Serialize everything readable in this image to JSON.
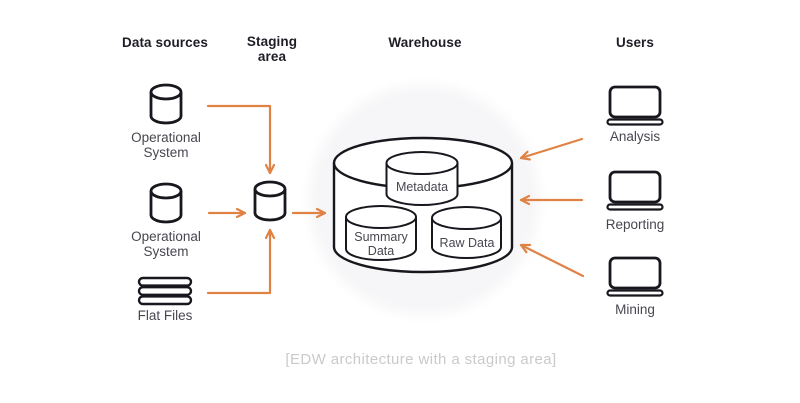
{
  "diagram": {
    "caption": "[EDW architecture with a staging area]",
    "columns": {
      "data_sources_header": "Data sources",
      "staging_header_lines": [
        "Staging",
        "area"
      ],
      "warehouse_header": "Warehouse",
      "users_header": "Users"
    },
    "sources": [
      {
        "icon": "database-icon",
        "label_lines": [
          "Operational",
          "System"
        ]
      },
      {
        "icon": "database-icon",
        "label_lines": [
          "Operational",
          "System"
        ]
      },
      {
        "icon": "flat-files-icon",
        "label": "Flat Files"
      }
    ],
    "staging": {
      "icon": "database-icon"
    },
    "warehouse_stores": {
      "metadata": "Metadata",
      "summary_lines": [
        "Summary",
        "Data"
      ],
      "raw": "Raw Data"
    },
    "users": [
      {
        "icon": "laptop-icon",
        "label": "Analysis"
      },
      {
        "icon": "laptop-icon",
        "label": "Reporting"
      },
      {
        "icon": "laptop-icon",
        "label": "Mining"
      }
    ],
    "colors": {
      "arrow_accent": "#E08243",
      "icon_ink": "#17171D",
      "header_text": "#1E1E27",
      "label_text": "#474750",
      "caption_text": "#C9CACB",
      "warehouse_halo": "#F6F6F8",
      "background": "#FFFFFF"
    }
  }
}
